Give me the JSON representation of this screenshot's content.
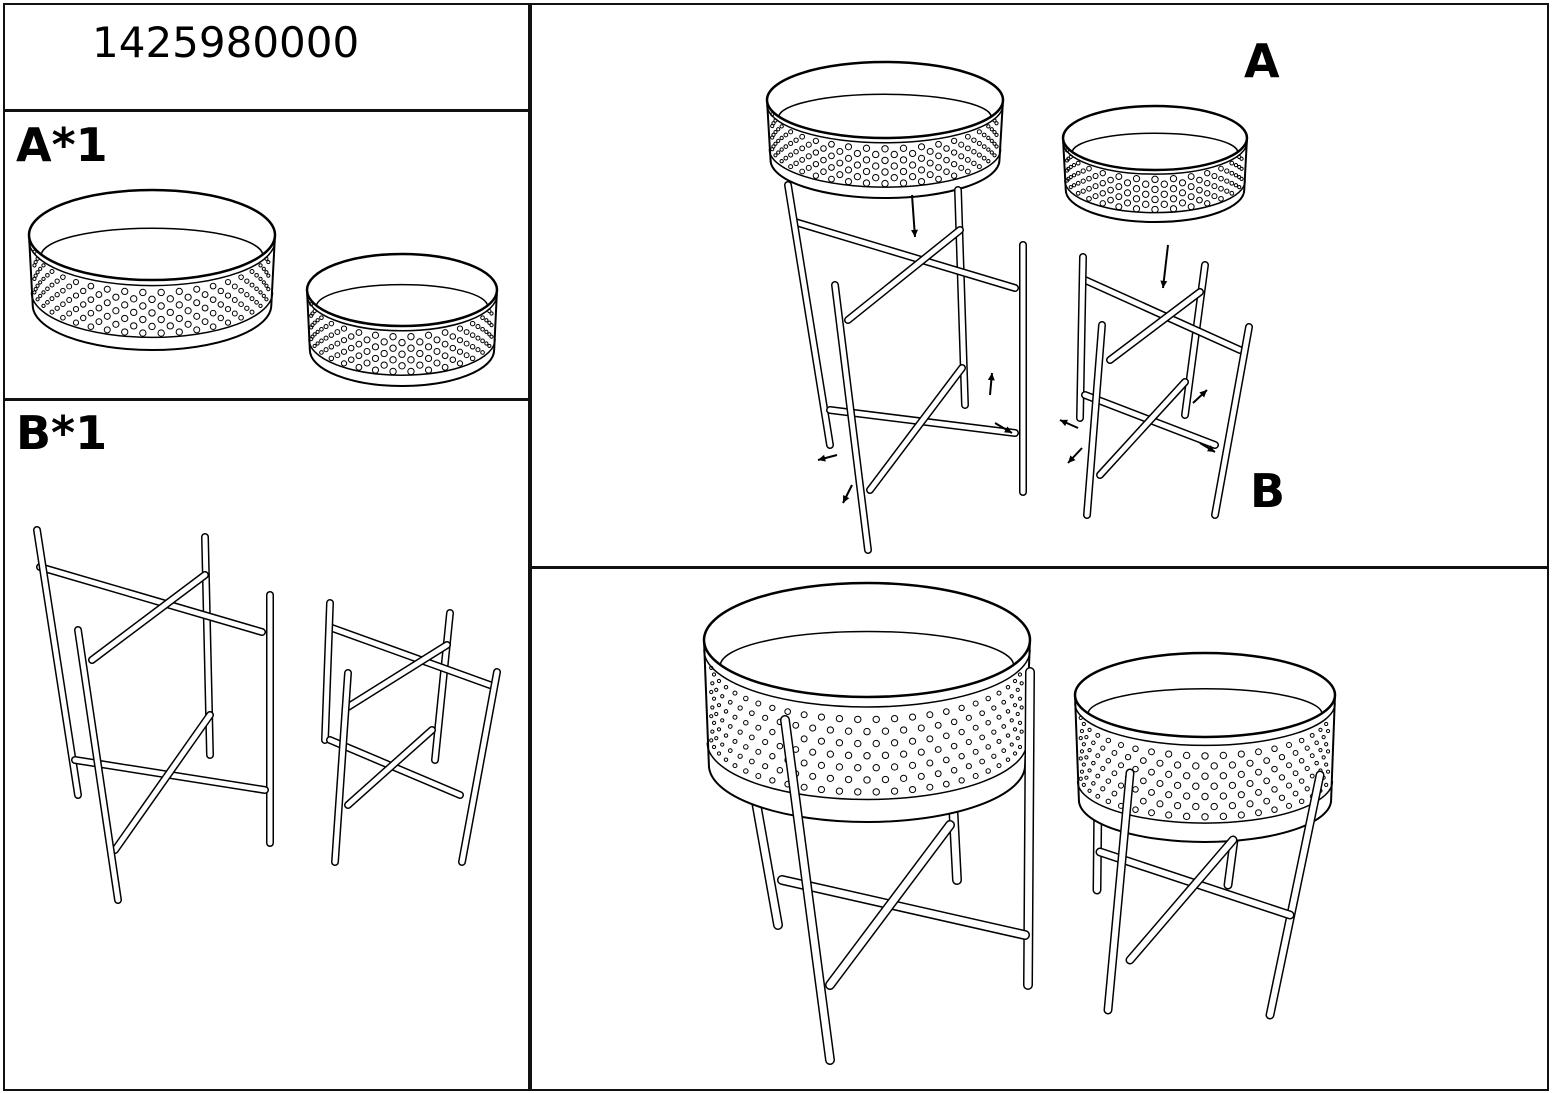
{
  "header": {
    "product_code": "1425980000"
  },
  "parts": [
    {
      "label": "A*1",
      "description_icon": "basket-pair-icon"
    },
    {
      "label": "B*1",
      "description_icon": "stand-pair-icon"
    }
  ],
  "step": {
    "callout_a": "A",
    "callout_b": "B"
  },
  "colors": {
    "line": "#000000",
    "background": "#ffffff"
  }
}
